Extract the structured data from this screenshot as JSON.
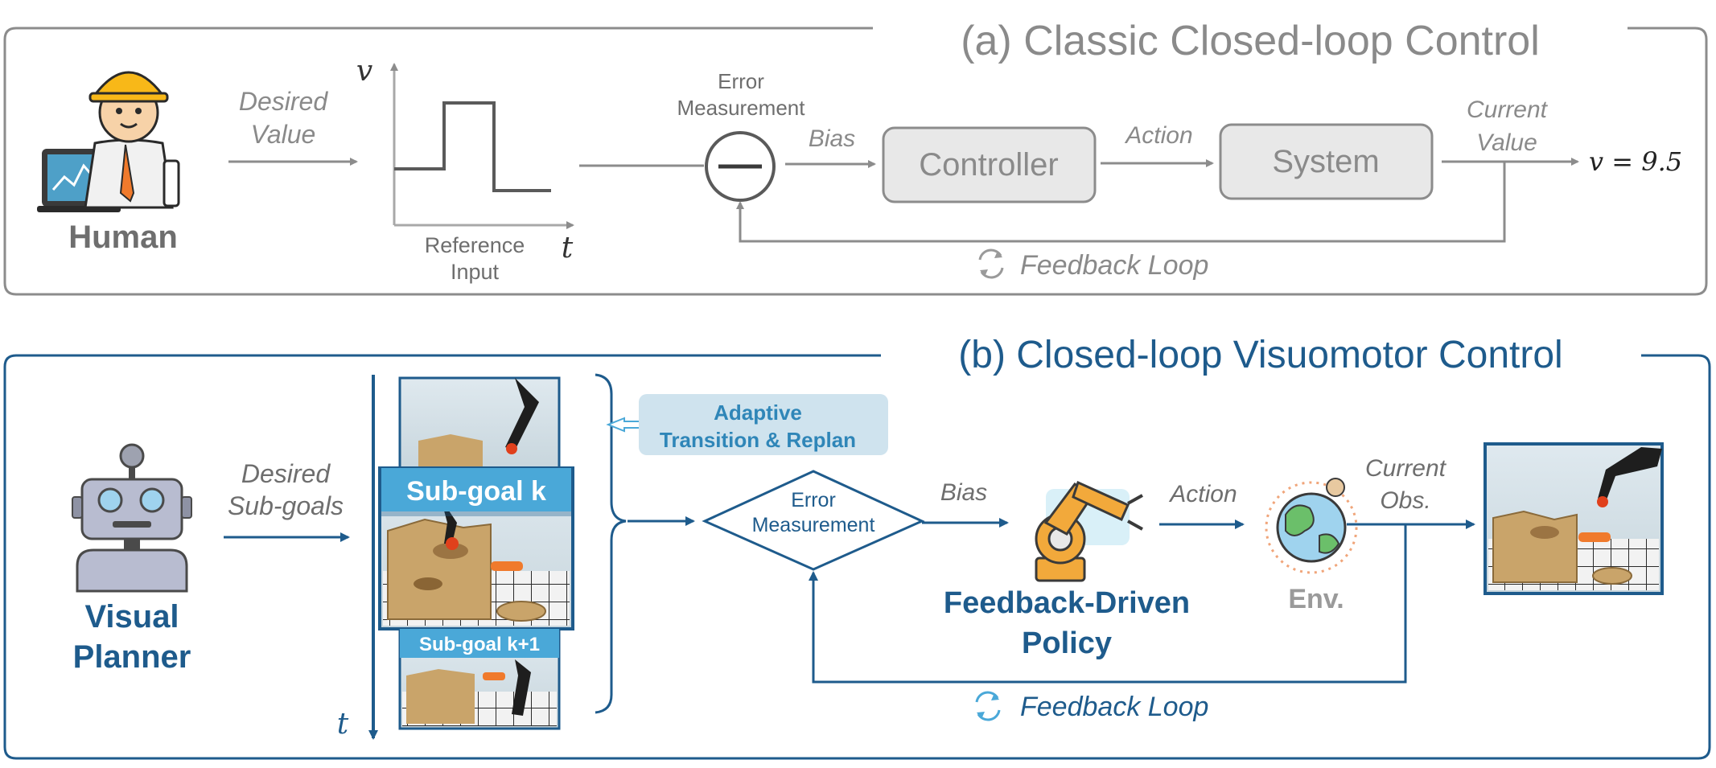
{
  "panel_a": {
    "title": "(a) Classic Closed-loop Control",
    "human_label": "Human",
    "desired_value": [
      "Desired",
      "Value"
    ],
    "axis_v": "v",
    "axis_t": "t",
    "reference_input": [
      "Reference",
      "Input"
    ],
    "error_measurement": [
      "Error",
      "Measurement"
    ],
    "bias": "Bias",
    "controller": "Controller",
    "action": "Action",
    "system": "System",
    "current_value": [
      "Current",
      "Value"
    ],
    "output": "v = 9.5",
    "feedback_loop": "Feedback Loop"
  },
  "panel_b": {
    "title": "(b) Closed-loop Visuomotor Control",
    "planner_label": [
      "Visual",
      "Planner"
    ],
    "desired_subgoals": [
      "Desired",
      "Sub-goals"
    ],
    "subgoal_k": "Sub-goal k",
    "subgoal_k1": "Sub-goal k+1",
    "axis_t": "t",
    "adaptive": [
      "Adaptive",
      "Transition & Replan"
    ],
    "error_measurement": [
      "Error",
      "Measurement"
    ],
    "bias": "Bias",
    "action": "Action",
    "policy_label": [
      "Feedback-Driven",
      "Policy"
    ],
    "env_label": "Env.",
    "current_obs": [
      "Current",
      "Obs."
    ],
    "feedback_loop": "Feedback Loop"
  },
  "colors": {
    "gray_line": "#8c8c8c",
    "gray_box": "#e8e8e8",
    "blue": "#1e5b8c",
    "light_blue_box": "#cfe3ee",
    "subgoal_banner": "#4aa8d8"
  }
}
